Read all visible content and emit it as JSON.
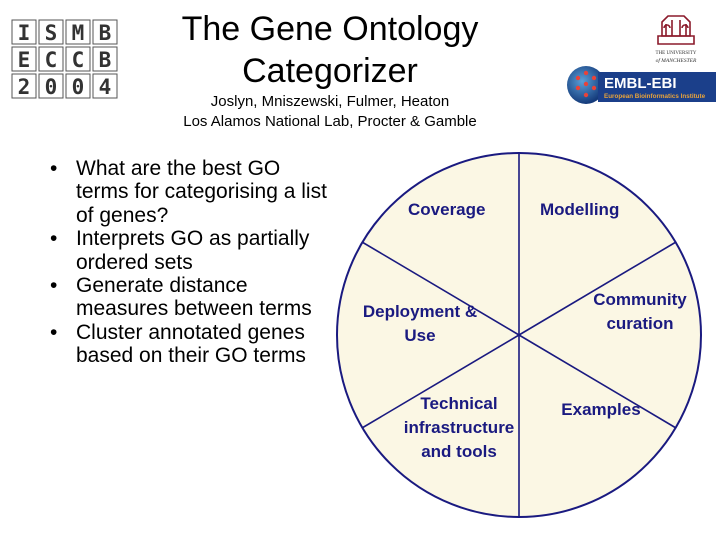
{
  "slide": {
    "title_line1": "The Gene Ontology",
    "title_line2": "Categorizer",
    "authors": "Joslyn, Mniszewski, Fulmer, Heaton",
    "affiliation": "Los Alamos National Lab, Procter & Gamble"
  },
  "logos": {
    "ismb_eccb": [
      "I",
      "S",
      "M",
      "B",
      "E",
      "C",
      "C",
      "B",
      "2",
      "0",
      "0",
      "4"
    ],
    "manchester_line1": "THE UNIVERSITY",
    "manchester_line2": "of MANCHESTER",
    "ebi_name": "EMBL-EBI",
    "ebi_subtitle": "European Bioinformatics Institute"
  },
  "bullets": [
    "What are the best GO terms for categorising a list of genes?",
    "Interprets GO as partially ordered sets",
    "Generate distance measures between terms",
    "Cluster annotated genes based on their GO terms"
  ],
  "pie": {
    "labels": {
      "coverage": "Coverage",
      "modelling": "Modelling",
      "deployment_1": "Deployment &",
      "deployment_2": "Use",
      "community_1": "Community",
      "community_2": "curation",
      "technical_1": "Technical",
      "technical_2": "infrastructure",
      "technical_3": "and tools",
      "examples": "Examples"
    },
    "colors": {
      "fill": "#fbf7e4",
      "stroke": "#1a1a80",
      "label": "#1a1a80"
    }
  }
}
